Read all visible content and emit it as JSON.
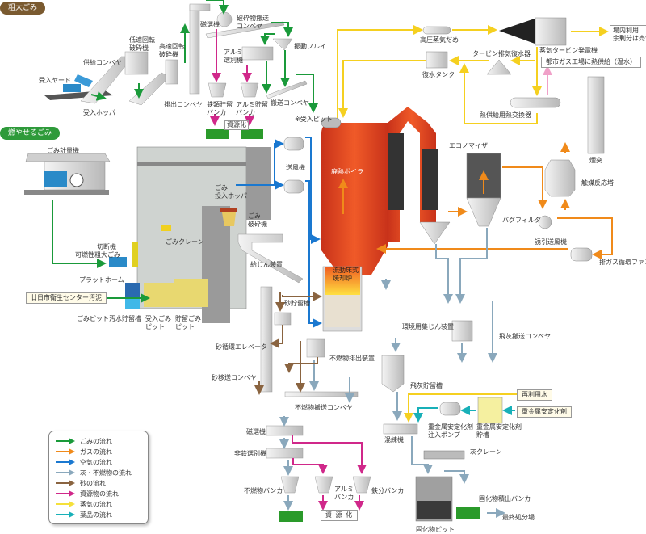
{
  "sections": {
    "bulky_waste": {
      "label": "粗大ごみ",
      "color": "#7a5a30"
    },
    "burnable_waste": {
      "label": "燃やせるごみ",
      "color": "#2e9a3a"
    }
  },
  "bulky_line": {
    "receiving_yard": "受入ヤード",
    "receiving_hopper": "受入ホッパ",
    "feed_conveyor": "供給コンベヤ",
    "low_speed_crusher": "低速回転\n破砕機",
    "high_speed_crusher": "高速回転\n破砕機",
    "discharge_conveyor": "排出コンベヤ",
    "magnetic_separator": "磁選機",
    "crushed_conveyor": "破砕物搬送\nコンベヤ",
    "vibrating_sieve": "振動フルイ",
    "aluminum_separator": "アルミ\n選別機",
    "iron_bunker": "鉄類貯留\nバンカ",
    "aluminum_bunker": "アルミ貯留\nバンカ",
    "transport_conveyor": "搬送コンベヤ",
    "to_receiving_pit": "※受入ピット",
    "recycle": "資源化"
  },
  "steam_line": {
    "steam_header": "高圧蒸気だめ",
    "turbine_generator": "蒸気タービン発電機",
    "in_plant_use": "場内利用\n余剰分は売電",
    "exhaust_condenser": "タービン排気復水器",
    "condensate_tank": "復水タンク",
    "heat_supply": "都市ガス工場に熱供給（温水）",
    "heat_exchanger": "熱供給用熱交換器"
  },
  "burnable_line": {
    "weighing_machine": "ごみ計量機",
    "cutter": "切断機",
    "combustible_bulky": "可燃性粗大ごみ",
    "platform": "プラットホーム",
    "sludge_source": "廿日市衛生センター汚泥",
    "wastewater_tank": "ごみピット汚水貯留槽",
    "receiving_pit": "受入ごみ\nピット",
    "storage_pit": "貯留ごみ\nピット",
    "crane": "ごみクレーン",
    "feed_hopper": "ごみ\n投入ホッパ",
    "waste_crusher": "ごみ\n破砕機",
    "blower": "送風機",
    "feeder": "給じん装置"
  },
  "boiler_line": {
    "waste_heat_boiler": "廃熱ボイラ",
    "furnace": "流動床式\n焼却炉",
    "economizer": "エコノマイザ",
    "bag_filter": "バグフィルタ",
    "catalyst_tower": "触媒反応塔",
    "chimney": "煙突",
    "induced_fan": "誘引送風機",
    "recirculation_fan": "排ガス循環ファン"
  },
  "ash_line": {
    "sand_tank": "砂貯留槽",
    "sand_elevator": "砂循環エレベータ",
    "sand_conveyor": "砂移送コンベヤ",
    "incombustible_discharge": "不燃物排出装置",
    "incombustible_conveyor": "不燃物搬送コンベヤ",
    "magnetic_separator2": "磁選機",
    "nonferrous_separator": "非鉄選別機",
    "incombustible_bunker": "不燃物バンカ",
    "aluminum_bunker2": "アルミ\nバンカ",
    "iron_bunker2": "鉄分バンカ",
    "recycle2": "資 源 化",
    "env_dust_collector": "環境用集じん装置",
    "fly_ash_conveyor": "飛灰搬送コンベヤ",
    "fly_ash_tank": "飛灰貯留槽",
    "recycled_water": "再利用水",
    "stabilizer": "重金属安定化剤",
    "stabilizer_pump": "重金属安定化剤\n注入ポンプ",
    "stabilizer_tank": "重金属安定化剤\n貯槽",
    "kneader": "混練機",
    "ash_crane": "灰クレーン",
    "solidified_bunker": "固化物積出バンカ",
    "final_disposal": "最終処分場",
    "solidified_pit": "固化物ピット"
  },
  "legend": {
    "items": [
      {
        "label": "ごみの流れ",
        "color": "#1a9a3a"
      },
      {
        "label": "ガスの流れ",
        "color": "#f08a1a"
      },
      {
        "label": "空気の流れ",
        "color": "#1a78d0"
      },
      {
        "label": "灰・不燃物の流れ",
        "color": "#8aa8bc"
      },
      {
        "label": "砂の流れ",
        "color": "#8a6440"
      },
      {
        "label": "資源物の流れ",
        "color": "#d0288a"
      },
      {
        "label": "蒸気の流れ",
        "color": "#f5e03a"
      },
      {
        "label": "薬品の流れ",
        "color": "#18b0b8"
      }
    ]
  }
}
